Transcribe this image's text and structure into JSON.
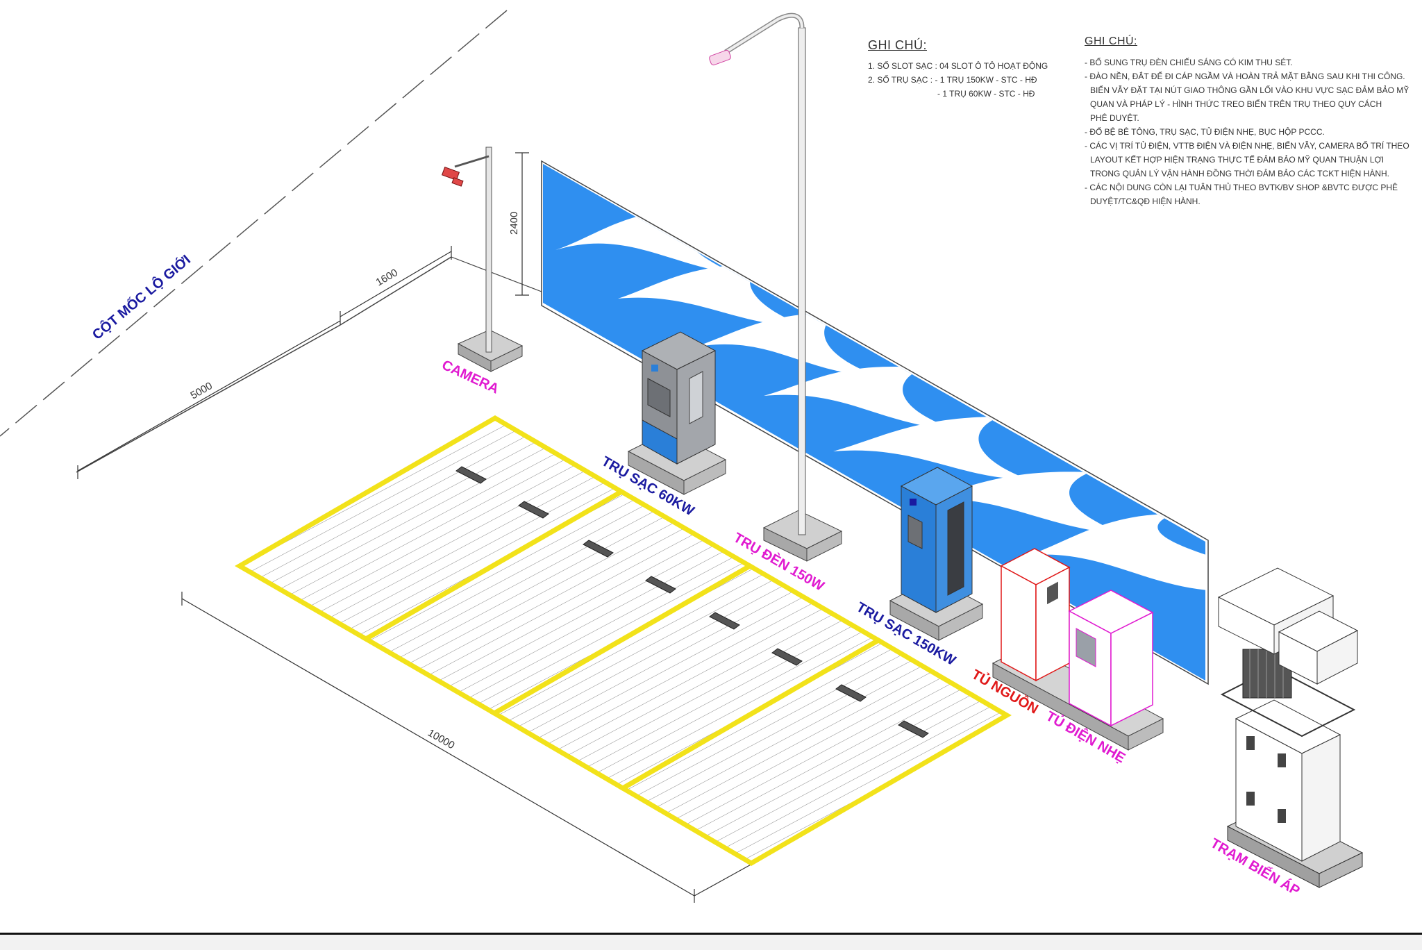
{
  "labels": {
    "boundary": "CỘT MỐC LỘ GIỚI",
    "camera": "CAMERA",
    "charger60": "TRỤ SẠC 60KW",
    "lightPole": "TRỤ ĐÈN 150W",
    "charger150": "TRỤ SẠC 150KW",
    "powerCabinet": "TỦ NGUỒN",
    "lvCabinet": "TỦ ĐIỆN NHẸ",
    "substation": "TRẠM BIẾN ÁP"
  },
  "dimensions": {
    "d1600": "1600",
    "d5000": "5000",
    "d2400": "2400",
    "d10000": "10000"
  },
  "notes_left": {
    "title": "GHI CHÚ:",
    "line1": "1. SỐ SLOT SẠC :  04 SLOT Ô TÔ HOẠT ĐỘNG",
    "line2": "2. SỐ TRỤ SẠC :    - 1 TRỤ 150KW - STC - HĐ",
    "line3": "- 1 TRỤ 60KW - STC - HĐ"
  },
  "notes_right": {
    "title": "GHI CHÚ:",
    "lines": [
      "- BỔ SUNG TRỤ ĐÈN CHIẾU SÁNG CÓ KIM THU SÉT.",
      "- ĐÀO NỀN, ĐẮT ĐỂ ĐI CÁP NGẦM VÀ HOÀN TRẢ MẶT BẰNG SAU KHI THI CÔNG.",
      "BIỂN VẪY ĐẶT TẠI NÚT GIAO THÔNG GẦN LỐI VÀO KHU VỰC SẠC ĐẢM BẢO MỸ",
      "QUAN VÀ PHÁP LÝ - HÌNH THỨC TREO BIỂN TRÊN TRỤ THEO QUY CÁCH",
      "PHÊ DUYỆT.",
      "- ĐỔ BỆ BÊ TÔNG, TRỤ SẠC, TỦ ĐIỆN NHẸ, BỤC HỘP PCCC.",
      "- CÁC VỊ TRÍ TỦ ĐIỆN, VTTB ĐIỆN VÀ ĐIỆN NHẸ, BIỂN VẪY, CAMERA BỐ TRÍ THEO",
      "LAYOUT KẾT HỢP HIỆN TRẠNG THỰC TẾ ĐẢM BẢO MỸ QUAN THUẬN LỢI",
      "TRONG QUẢN LÝ VẬN HÀNH ĐỒNG THỜI ĐẢM BẢO CÁC TCKT HIỆN HÀNH.",
      "- CÁC NỘI DUNG CÒN LẠI TUÂN THỦ THEO BVTK/BV SHOP &BVTC ĐƯỢC PHÊ",
      "DUYỆT/TC&QĐ HIỆN HÀNH."
    ]
  },
  "colors": {
    "labelBlue": "#1a1aa0",
    "labelMagenta": "#e01ad0",
    "labelRed": "#e01818",
    "wallBlue": "#2f8ff0",
    "parkingYellow": "#f2e21a",
    "chargerGrey": "#8e9196",
    "chargerBlue": "#2a7fd8"
  }
}
